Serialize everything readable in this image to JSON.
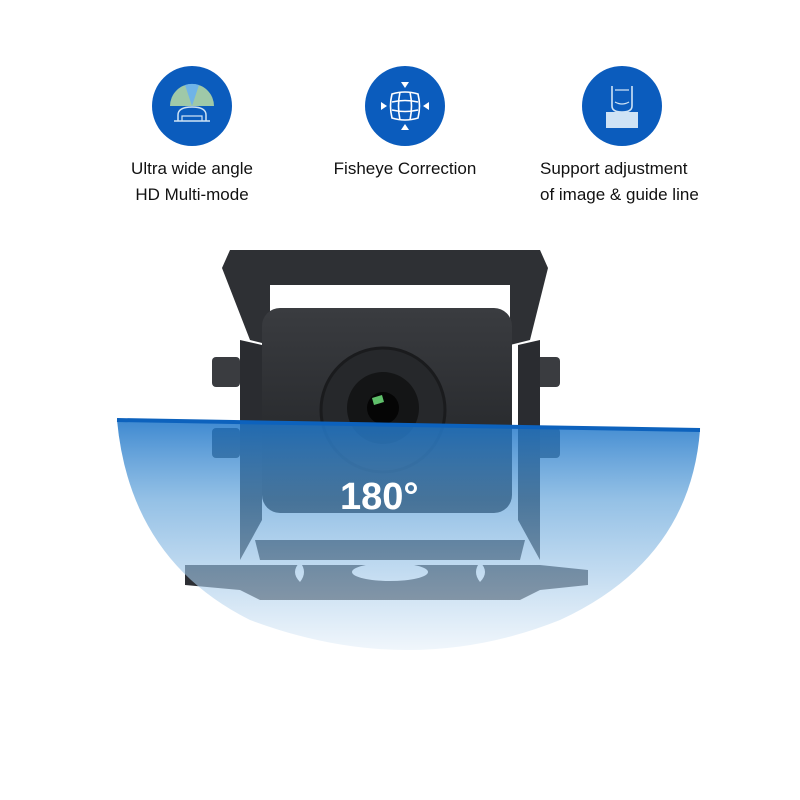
{
  "features": [
    {
      "icon": "wide-angle-icon",
      "line1": "Ultra wide angle",
      "line2": "HD Multi-mode"
    },
    {
      "icon": "fisheye-correction-icon",
      "line1": "Fisheye Correction",
      "line2": ""
    },
    {
      "icon": "guide-line-adjustment-icon",
      "line1": "Support adjustment",
      "line2": "of image & guide line"
    }
  ],
  "product": {
    "view_angle": "180°",
    "colors": {
      "icon_bg": "#0b5cbd",
      "fan_top": "#1a6fc4",
      "fan_bottom": "#e3eef8",
      "camera_body": "#2a2c30"
    }
  }
}
